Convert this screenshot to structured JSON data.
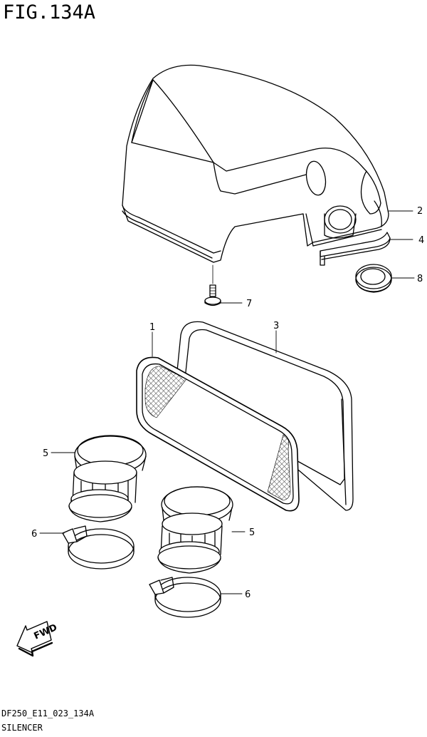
{
  "figure": {
    "title": "FIG.134A",
    "code": "DF250_E11_023_134A",
    "name": "SILENCER"
  },
  "callouts": {
    "c1": "1",
    "c2": "2",
    "c3": "3",
    "c4": "4",
    "c5a": "5",
    "c5b": "5",
    "c6a": "6",
    "c6b": "6",
    "c7": "7",
    "c8": "8"
  },
  "fwd_label": "FWD",
  "colors": {
    "line": "#000000",
    "mesh": "#555555",
    "background": "#ffffff"
  }
}
